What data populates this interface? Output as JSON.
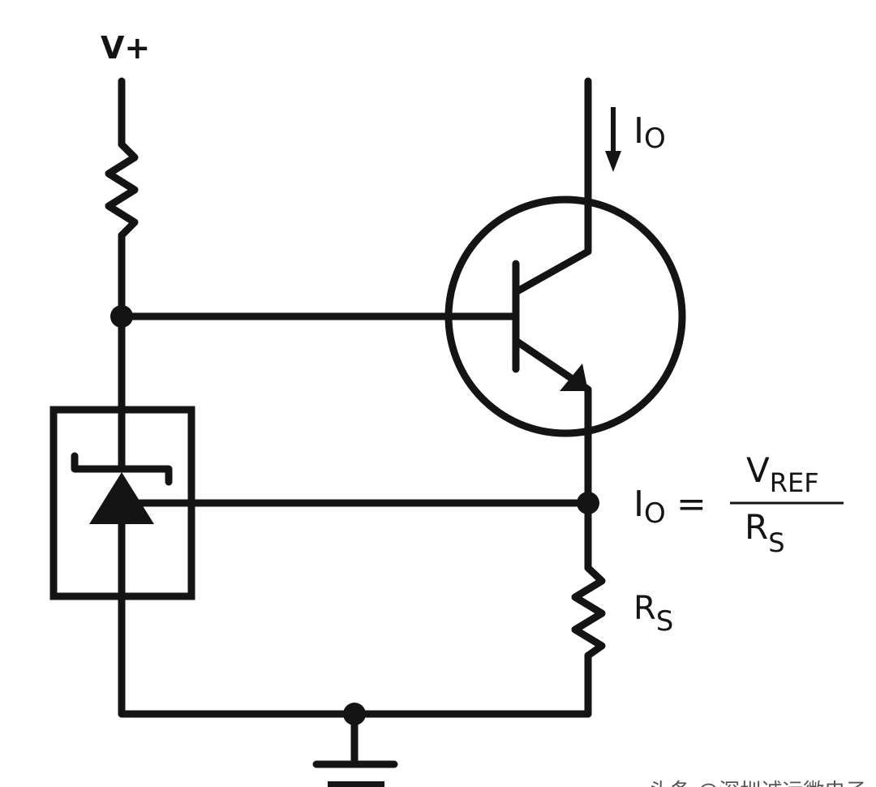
{
  "labels": {
    "supply": "V+",
    "output_current_main": "I",
    "output_current_sub": "O",
    "formula_lhs_main": "I",
    "formula_lhs_sub": "O",
    "formula_equals": "=",
    "formula_num_main": "V",
    "formula_num_sub": "REF",
    "formula_den_main": "R",
    "formula_den_sub": "S",
    "resistor_main": "R",
    "resistor_sub": "S"
  },
  "colors": {
    "ink": "#141414",
    "background": "#ffffff"
  },
  "watermark": "头条 @深圳诚远微电子"
}
